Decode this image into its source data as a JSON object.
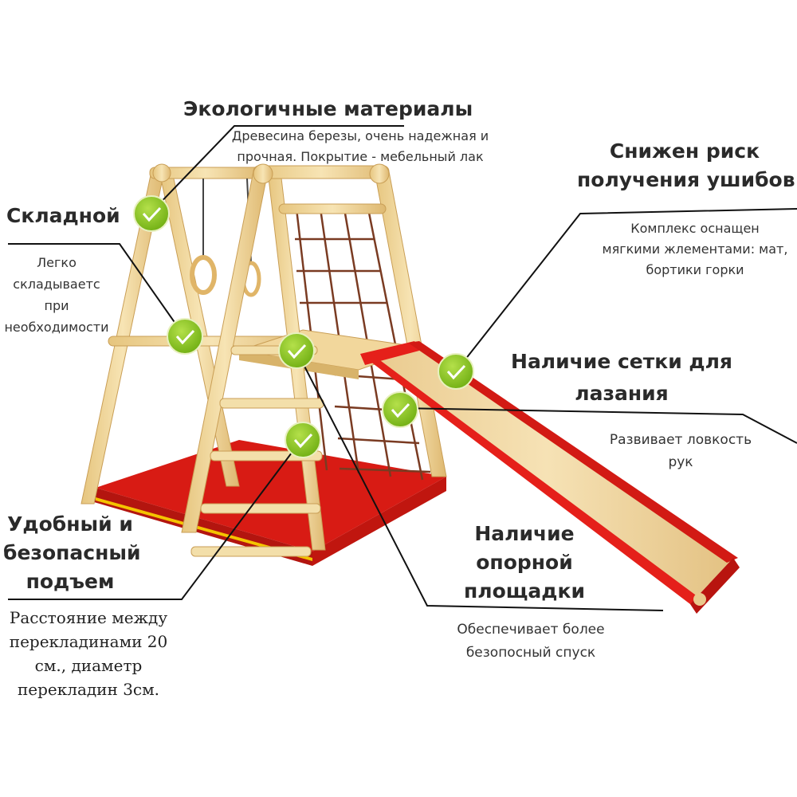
{
  "callouts": {
    "eco": {
      "title": "Экологичные материалы",
      "lines": [
        "Древесина березы, очень надежная и",
        "прочная. Покрытие - мебельный лак"
      ]
    },
    "foldable": {
      "title": "Складной",
      "lines": [
        "Легко",
        "складываетс",
        "при",
        "необходимости"
      ]
    },
    "risk": {
      "title_lines": [
        "Снижен риск",
        "получения ушибов"
      ],
      "lines": [
        "Комплекс оснащен",
        "мягкими жлементами: мат,",
        "бортики горки"
      ]
    },
    "net": {
      "title_lines": [
        "Наличие сетки для",
        "лазания"
      ],
      "lines": [
        "Развивает ловкость",
        "рук"
      ]
    },
    "climb": {
      "title_lines": [
        "Удобный и",
        "безопасный",
        "подъем"
      ],
      "lines": [
        "Расстояние между",
        "перекладинами 20",
        "см., диаметр",
        "перекладин 3см."
      ]
    },
    "platform": {
      "title_lines": [
        "Наличие",
        "опорной",
        "площадки"
      ],
      "lines": [
        "Обеспечивает более",
        "безопосный спуск"
      ]
    }
  },
  "colors": {
    "wood": "#f0d9a0",
    "wood_edge": "#d9b56a",
    "mat": "#e8231c",
    "slide": "#e5201a",
    "check": "#8bc81f",
    "leader": "#111111"
  },
  "icons": {
    "check_badge": "check-circle-icon"
  }
}
